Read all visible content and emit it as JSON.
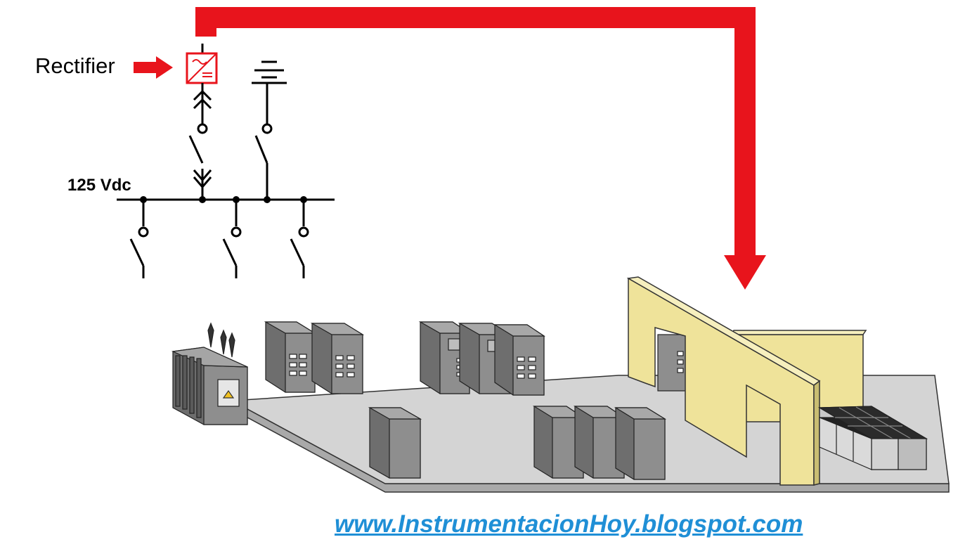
{
  "labels": {
    "rectifier": "Rectifier",
    "bus_voltage": "125 Vdc"
  },
  "footer": {
    "website": "www.InstrumentacionHoy.blogspot.com"
  },
  "colors": {
    "arrow_red": "#e8141c",
    "link_blue": "#1f8fd6",
    "wall_yellow": "#efe39a",
    "floor_gray": "#d4d4d4",
    "cabinet_gray": "#8a8a8a"
  }
}
